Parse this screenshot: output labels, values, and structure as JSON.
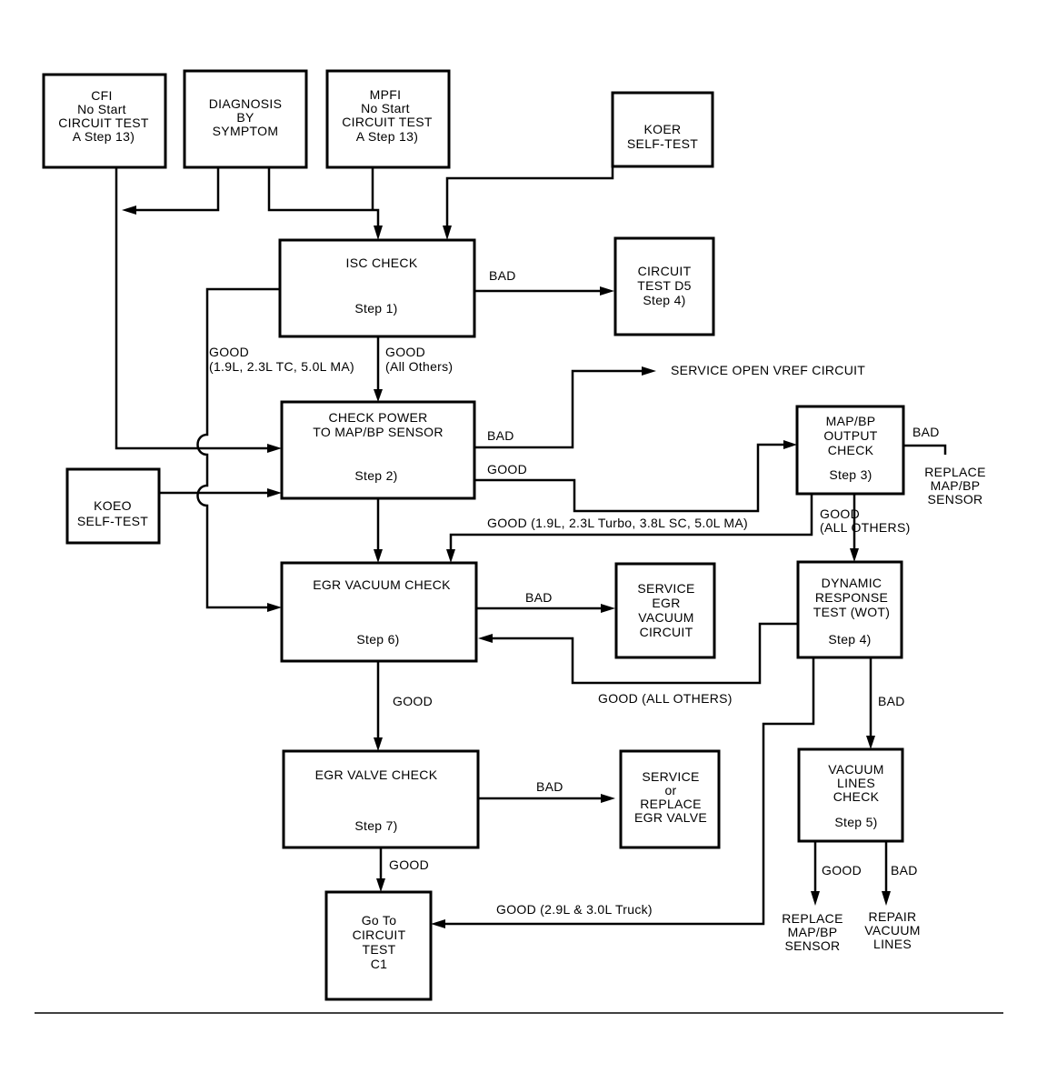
{
  "boxes": {
    "cfi": [
      "CFI",
      "No Start",
      "CIRCUIT TEST",
      "A  Step 13)"
    ],
    "diagnosis": [
      "DIAGNOSIS",
      "BY",
      "SYMPTOM"
    ],
    "mpfi": [
      "MPFI",
      "No Start",
      "CIRCUIT TEST",
      "A  Step 13)"
    ],
    "koer": [
      "KOER",
      "SELF-TEST"
    ],
    "isc": {
      "title": "ISC CHECK",
      "step": "Step 1)"
    },
    "circuit_d5": [
      "CIRCUIT",
      "TEST D5",
      "Step 4)"
    ],
    "check_power": {
      "title": [
        "CHECK POWER",
        "TO MAP/BP SENSOR"
      ],
      "step": "Step 2)"
    },
    "koeo": [
      "KOEO",
      "SELF-TEST"
    ],
    "map_bp_output": {
      "title": [
        "MAP/BP",
        "OUTPUT",
        "CHECK"
      ],
      "step": "Step 3)"
    },
    "egr_vacuum": {
      "title": "EGR VACUUM CHECK",
      "step": "Step 6)"
    },
    "service_egr_vacuum": [
      "SERVICE",
      "EGR",
      "VACUUM",
      "CIRCUIT"
    ],
    "dynamic_response": {
      "title": [
        "DYNAMIC",
        "RESPONSE",
        "TEST (WOT)"
      ],
      "step": "Step 4)"
    },
    "egr_valve": {
      "title": "EGR VALVE CHECK",
      "step": "Step 7)"
    },
    "service_replace_egr": [
      "SERVICE",
      "or",
      "REPLACE",
      "EGR VALVE"
    ],
    "vacuum_lines": {
      "title": [
        "VACUUM",
        "LINES",
        "CHECK"
      ],
      "step": "Step 5)"
    },
    "goto_c1": [
      "Go To",
      "CIRCUIT",
      "TEST",
      "C1"
    ]
  },
  "terminals": {
    "service_open_vref": "SERVICE OPEN VREF CIRCUIT",
    "replace_map_bp_1": [
      "REPLACE",
      "MAP/BP",
      "SENSOR"
    ],
    "replace_map_bp_2": [
      "REPLACE",
      "MAP/BP",
      "SENSOR"
    ],
    "repair_vacuum_lines": [
      "REPAIR",
      "VACUUM",
      "LINES"
    ]
  },
  "labels": {
    "isc_bad": "BAD",
    "isc_good_left": [
      "GOOD",
      "(1.9L, 2.3L TC, 5.0L MA)"
    ],
    "isc_good_down": [
      "GOOD",
      "(All Others)"
    ],
    "power_bad": "BAD",
    "power_good": "GOOD",
    "map_bad": "BAD",
    "map_good_all_others": [
      "GOOD",
      "(ALL OTHERS)"
    ],
    "good_turbo": "GOOD (1.9L, 2.3L Turbo, 3.8L SC, 5.0L MA)",
    "egr_vac_bad": "BAD",
    "dynamic_good_all_others": "GOOD (ALL OTHERS)",
    "egr_vac_good": "GOOD",
    "dynamic_bad": "BAD",
    "egr_valve_bad": "BAD",
    "egr_valve_good": "GOOD",
    "good_truck": "GOOD (2.9L & 3.0L Truck)",
    "vac_lines_good": "GOOD",
    "vac_lines_bad": "BAD"
  }
}
